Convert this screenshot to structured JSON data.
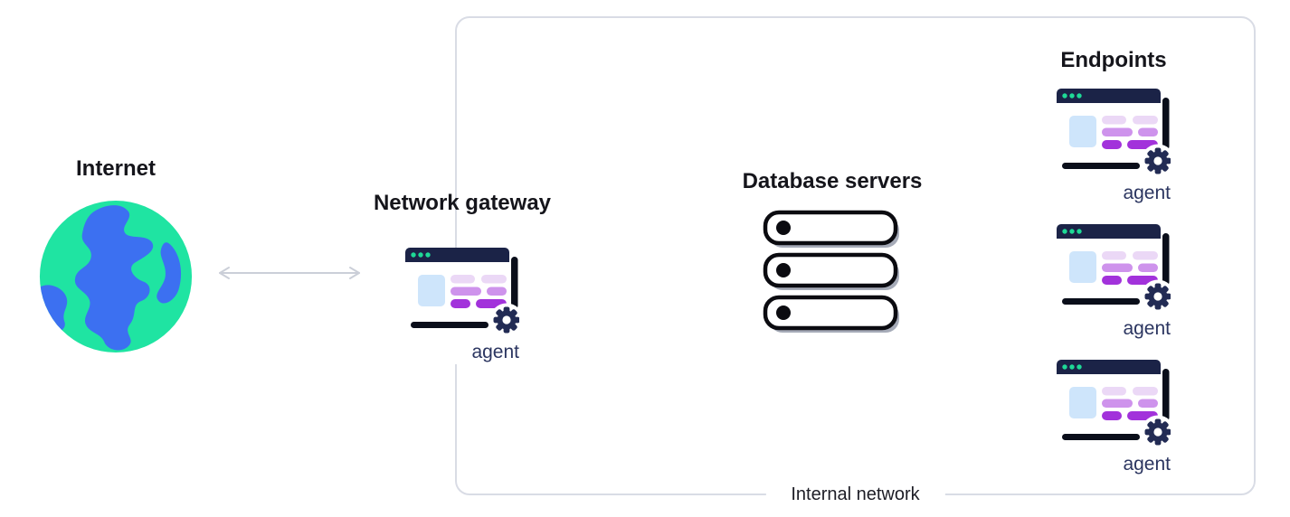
{
  "internet": {
    "label": "Internet"
  },
  "connection": {
    "type": "bidirectional-arrow",
    "from": "Internet",
    "to": "Network gateway"
  },
  "gateway": {
    "label": "Network gateway",
    "agent": "agent"
  },
  "internal_network": {
    "label": "Internal network",
    "database_servers": {
      "label": "Database servers",
      "count": 3
    },
    "endpoints": {
      "label": "Endpoints",
      "agents": [
        "agent",
        "agent",
        "agent"
      ]
    }
  },
  "colors": {
    "globe_green": "#1FE4A2",
    "globe_blue": "#3C70F1",
    "window_navy": "#1B2347",
    "window_dot_green": "#1ED996",
    "window_light_blue": "#CEE5FB",
    "window_lavender": "#EBD8F6",
    "window_purple_mid": "#CE93EC",
    "window_purple_dark": "#A232DB",
    "window_frame_black": "#0A0E1A",
    "gear_navy": "#222B54",
    "arrow_gray": "#CBCFD8",
    "boundary_border": "#D9DCE5",
    "server_shadow": "#A6ABB8",
    "agent_text": "#2B3560",
    "heading_text": "#15151B"
  }
}
